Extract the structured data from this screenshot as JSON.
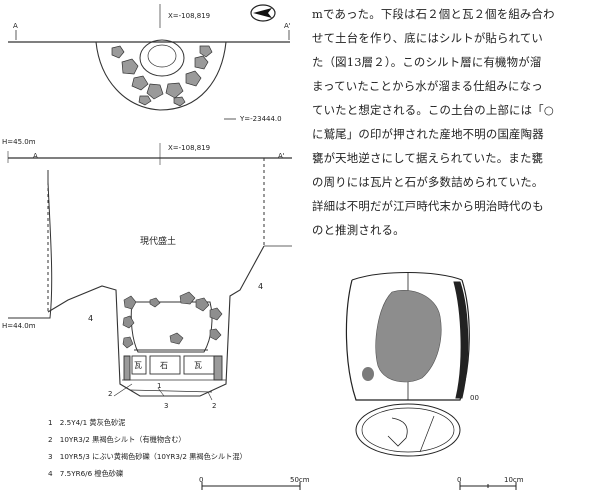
{
  "plan": {
    "coord_x": "X=-108,819",
    "coord_y": "Y=-23444.0",
    "point_a": "A",
    "point_a_prime": "A'"
  },
  "section": {
    "elevation_top": "H=45.0m",
    "elevation_bottom": "H=44.0m",
    "coord_x": "X=-108,819",
    "point_a": "A",
    "point_a_prime": "A'",
    "modern_fill": "現代盛土",
    "label_4_left": "4",
    "label_4_right": "4",
    "tile_left": "瓦",
    "stone": "石",
    "tile_right": "瓦",
    "num_1": "1",
    "num_2a": "2",
    "num_2b": "2",
    "num_3": "3"
  },
  "legend": [
    "1　2.5Y4/1 黄灰色砂泥",
    "2　10YR3/2 黒褐色シルト（有機物含む）",
    "3　10YR5/3 にぶい黄褐色砂礫（10YR3/2 黒褐色シルト混）",
    "4　7.5YR6/6 橙色砂礫"
  ],
  "scale_left": {
    "start": "0",
    "end": "50cm"
  },
  "scale_right": {
    "start": "0",
    "end": "10cm"
  },
  "pot_figure_number": "00",
  "text_lines": [
    "mであった。下段は石２個と瓦２個を組み合わ",
    "せて土台を作り、底にはシルトが貼られてい",
    "た（図13層２）。このシルト層に有機物が溜",
    "まっていたことから水が溜まる仕組みになっ",
    "ていたと想定される。この土台の上部には「○",
    "に鷲尾」の印が押された産地不明の国産陶器",
    "甕が天地逆さにして据えられていた。また甕",
    "の周りには瓦片と石が多数詰められていた。",
    "詳細は不明だが江戸時代末から明治時代のも",
    "のと推測される。"
  ]
}
